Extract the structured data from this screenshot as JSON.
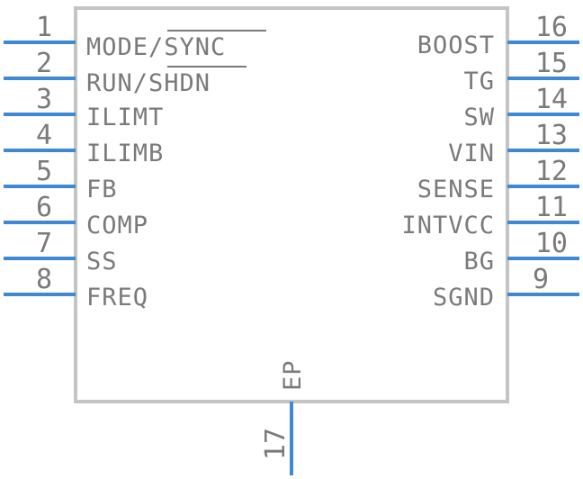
{
  "left_pins": [
    {
      "number": "1",
      "name": "MODE/SYNC"
    },
    {
      "number": "2",
      "name": "RUN/SHDN"
    },
    {
      "number": "3",
      "name": "ILIMT"
    },
    {
      "number": "4",
      "name": "ILIMB"
    },
    {
      "number": "5",
      "name": "FB"
    },
    {
      "number": "6",
      "name": "COMP"
    },
    {
      "number": "7",
      "name": "SS"
    },
    {
      "number": "8",
      "name": "FREQ"
    }
  ],
  "right_pins": [
    {
      "number": "16",
      "name": "BOOST"
    },
    {
      "number": "15",
      "name": "TG"
    },
    {
      "number": "14",
      "name": "SW"
    },
    {
      "number": "13",
      "name": "VIN"
    },
    {
      "number": "12",
      "name": "SENSE"
    },
    {
      "number": "11",
      "name": "INTVCC"
    },
    {
      "number": "10",
      "name": "BG"
    },
    {
      "number": "9",
      "name": "SGND"
    }
  ],
  "bottom_pin": {
    "number": "17",
    "name": "EP"
  },
  "colors": {
    "pin": "#3f88d6",
    "body": "#c4c4c4",
    "text": "#7a7a7a"
  }
}
